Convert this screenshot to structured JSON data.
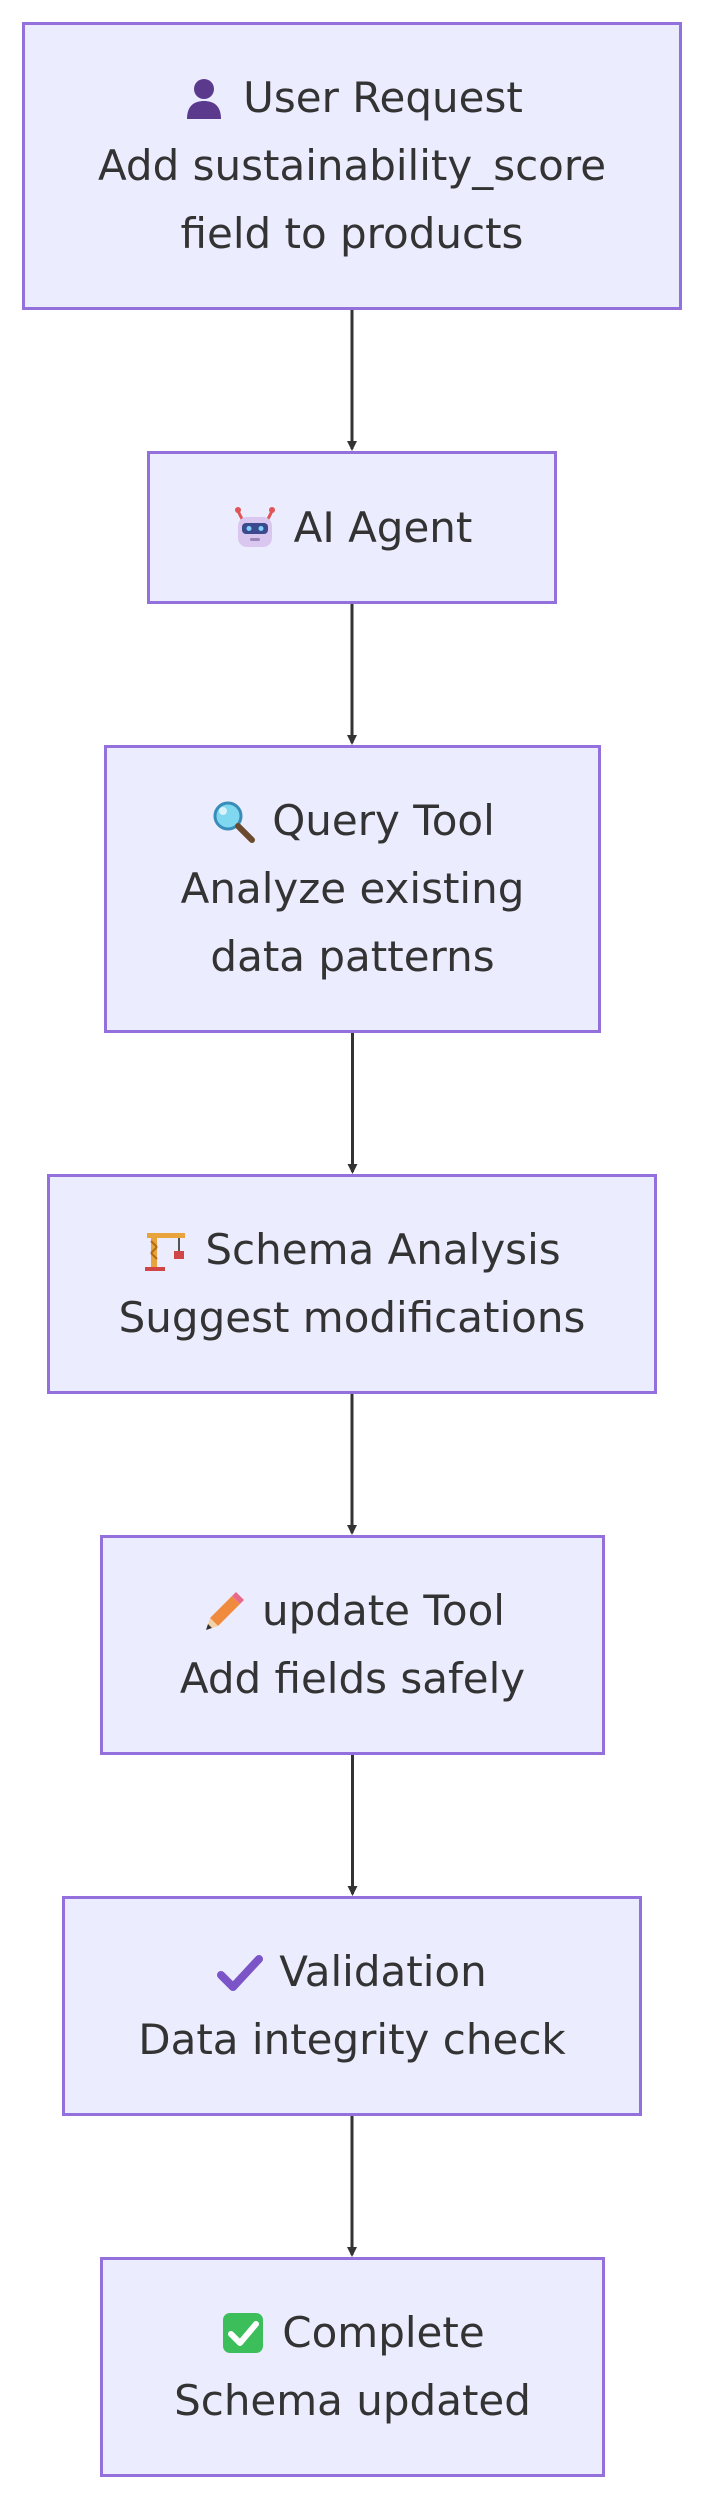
{
  "diagram": {
    "colors": {
      "node_fill": "#ececff",
      "node_border": "#9370db",
      "text": "#333333",
      "edge": "#333333"
    },
    "nodes": [
      {
        "id": "user-request",
        "icon": "user-icon",
        "title": "User Request",
        "lines": [
          "Add sustainability_score",
          "field to products"
        ]
      },
      {
        "id": "ai-agent",
        "icon": "robot-icon",
        "title": "AI Agent",
        "lines": []
      },
      {
        "id": "query-tool",
        "icon": "magnifier-icon",
        "title": "Query Tool",
        "lines": [
          "Analyze existing",
          "data patterns"
        ]
      },
      {
        "id": "schema-analysis",
        "icon": "construction-crane-icon",
        "title": "Schema Analysis",
        "lines": [
          "Suggest modifications"
        ]
      },
      {
        "id": "update-tool",
        "icon": "pencil-icon",
        "title": "update Tool",
        "lines": [
          "Add fields safely"
        ]
      },
      {
        "id": "validation",
        "icon": "check-mark-icon",
        "title": "Validation",
        "lines": [
          "Data integrity check"
        ]
      },
      {
        "id": "complete",
        "icon": "check-box-icon",
        "title": "Complete",
        "lines": [
          "Schema updated"
        ]
      }
    ],
    "edges": [
      {
        "from": "user-request",
        "to": "ai-agent"
      },
      {
        "from": "ai-agent",
        "to": "query-tool"
      },
      {
        "from": "query-tool",
        "to": "schema-analysis"
      },
      {
        "from": "schema-analysis",
        "to": "update-tool"
      },
      {
        "from": "update-tool",
        "to": "validation"
      },
      {
        "from": "validation",
        "to": "complete"
      }
    ]
  }
}
